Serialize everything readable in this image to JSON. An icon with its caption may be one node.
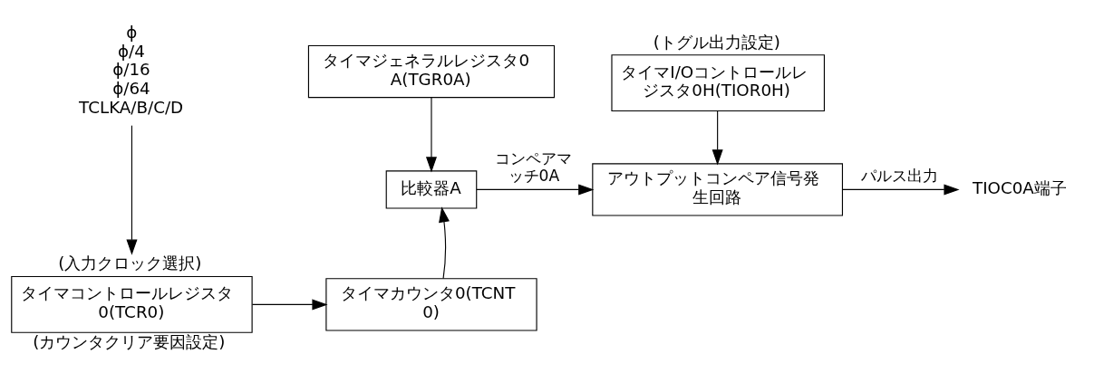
{
  "diagram": {
    "nodes": [
      {
        "text": [
          "ϕ",
          "ϕ/4",
          "ϕ/16",
          "ϕ/64",
          "TCLKA/B/C/D"
        ]
      },
      {
        "text": [
          "タイマコントロールレジスタ0(TCR0)"
        ],
        "beside": [
          "(入力クロック選択)",
          "(カウンタクリア要因設定)"
        ]
      },
      {
        "text": [
          "タイマカウンタ0(TCNT0)"
        ]
      },
      {
        "text": [
          "タイマジェネラルレジスタ0A(TGR0A)"
        ]
      },
      {
        "text": [
          "比較器A"
        ]
      },
      {
        "text": [
          "タイマI/Oコントロールレジスタ0H(TIOR0H)"
        ],
        "beside": [
          "(トグル出力設定)"
        ]
      },
      {
        "text": [
          "アウトプットコンペア信号発生回路"
        ]
      },
      {
        "text": [
          "TIOC0A端子"
        ]
      }
    ],
    "edges": [
      {
        "from": 0,
        "to": 1,
        "arrow": "to"
      },
      {
        "from": 1,
        "to": 2,
        "arrow": "to"
      },
      {
        "from": 2,
        "to": 4,
        "arrow": "to"
      },
      {
        "from": 3,
        "to": 4,
        "arrow": "to"
      },
      {
        "from": 4,
        "to": 6,
        "arrow": "to",
        "label": "コンペアマッチ0A"
      },
      {
        "from": 5,
        "to": 6,
        "arrow": "to"
      },
      {
        "from": 6,
        "to": 7,
        "arrow": "to",
        "label": "パルス出力"
      }
    ]
  }
}
